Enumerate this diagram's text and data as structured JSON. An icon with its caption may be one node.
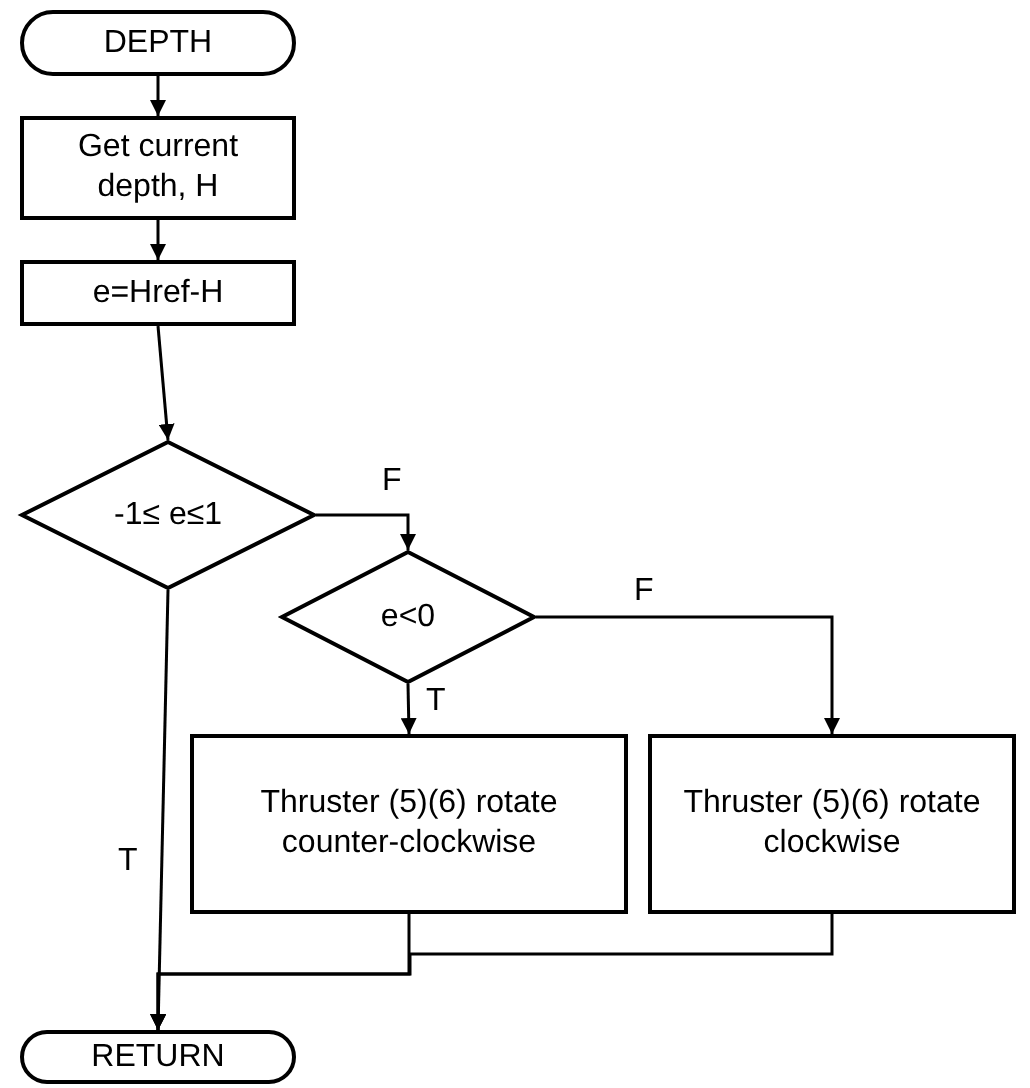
{
  "diagram": {
    "nodes": [
      {
        "text": [
          "DEPTH"
        ]
      },
      {
        "text": [
          "Get current depth, H"
        ]
      },
      {
        "text": [
          "e=Href-H"
        ]
      },
      {
        "text": [
          "-1≤ e≤1"
        ]
      },
      {
        "text": [
          "e<0"
        ]
      },
      {
        "text": [
          "Thruster (5)(6) rotate counter-clockwise"
        ]
      },
      {
        "text": [
          "Thruster (5)(6) rotate clockwise"
        ]
      },
      {
        "text": [
          "RETURN"
        ]
      }
    ],
    "edges": [
      {
        "from": 0,
        "to": 1,
        "arrow": "to"
      },
      {
        "from": 1,
        "to": 2,
        "arrow": "to"
      },
      {
        "from": 2,
        "to": 3,
        "arrow": "to"
      },
      {
        "from": 3,
        "to": 4,
        "arrow": "to",
        "label": "F"
      },
      {
        "from": 4,
        "to": 5,
        "arrow": "to",
        "label": "T"
      },
      {
        "from": 4,
        "to": 6,
        "arrow": "to",
        "label": "F"
      },
      {
        "from": 3,
        "to": 7,
        "arrow": "to",
        "label": "T"
      },
      {
        "from": 5,
        "to": 7,
        "arrow": "to"
      },
      {
        "from": 6,
        "to": 7,
        "arrow": "to"
      }
    ]
  }
}
